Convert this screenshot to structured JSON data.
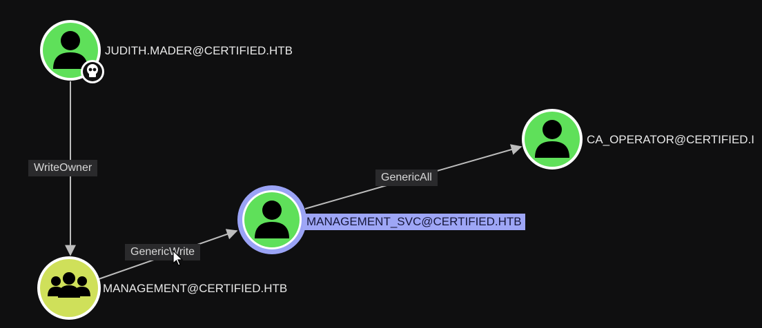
{
  "colors": {
    "background": "#0f0f10",
    "user_node": "#5fe05a",
    "group_node": "#cfe05a",
    "node_ring": "#ffffff",
    "selected_ring": "#9aa3f5",
    "edge": "#bdbdbd",
    "edge_label_bg": "#2a2a2c",
    "selected_label_bg": "#9ea6f6"
  },
  "nodes": {
    "judith": {
      "label": "JUDITH.MADER@CERTIFIED.HTB",
      "type": "user",
      "owned": true,
      "icon": "user-icon",
      "badge_icon": "skull-icon"
    },
    "management": {
      "label": "MANAGEMENT@CERTIFIED.HTB",
      "type": "group",
      "icon": "group-icon"
    },
    "management_svc": {
      "label": "MANAGEMENT_SVC@CERTIFIED.HTB",
      "type": "user",
      "selected": true,
      "icon": "user-icon"
    },
    "ca_operator": {
      "label": "CA_OPERATOR@CERTIFIED.I",
      "type": "user",
      "icon": "user-icon"
    }
  },
  "edges": {
    "writeowner": {
      "label": "WriteOwner",
      "from": "JUDITH.MADER@CERTIFIED.HTB",
      "to": "MANAGEMENT@CERTIFIED.HTB"
    },
    "genericwrite": {
      "label": "GenericWrite",
      "from": "MANAGEMENT@CERTIFIED.HTB",
      "to": "MANAGEMENT_SVC@CERTIFIED.HTB"
    },
    "genericall": {
      "label": "GenericAll",
      "from": "MANAGEMENT_SVC@CERTIFIED.HTB",
      "to": "CA_OPERATOR@CERTIFIED.I"
    }
  }
}
